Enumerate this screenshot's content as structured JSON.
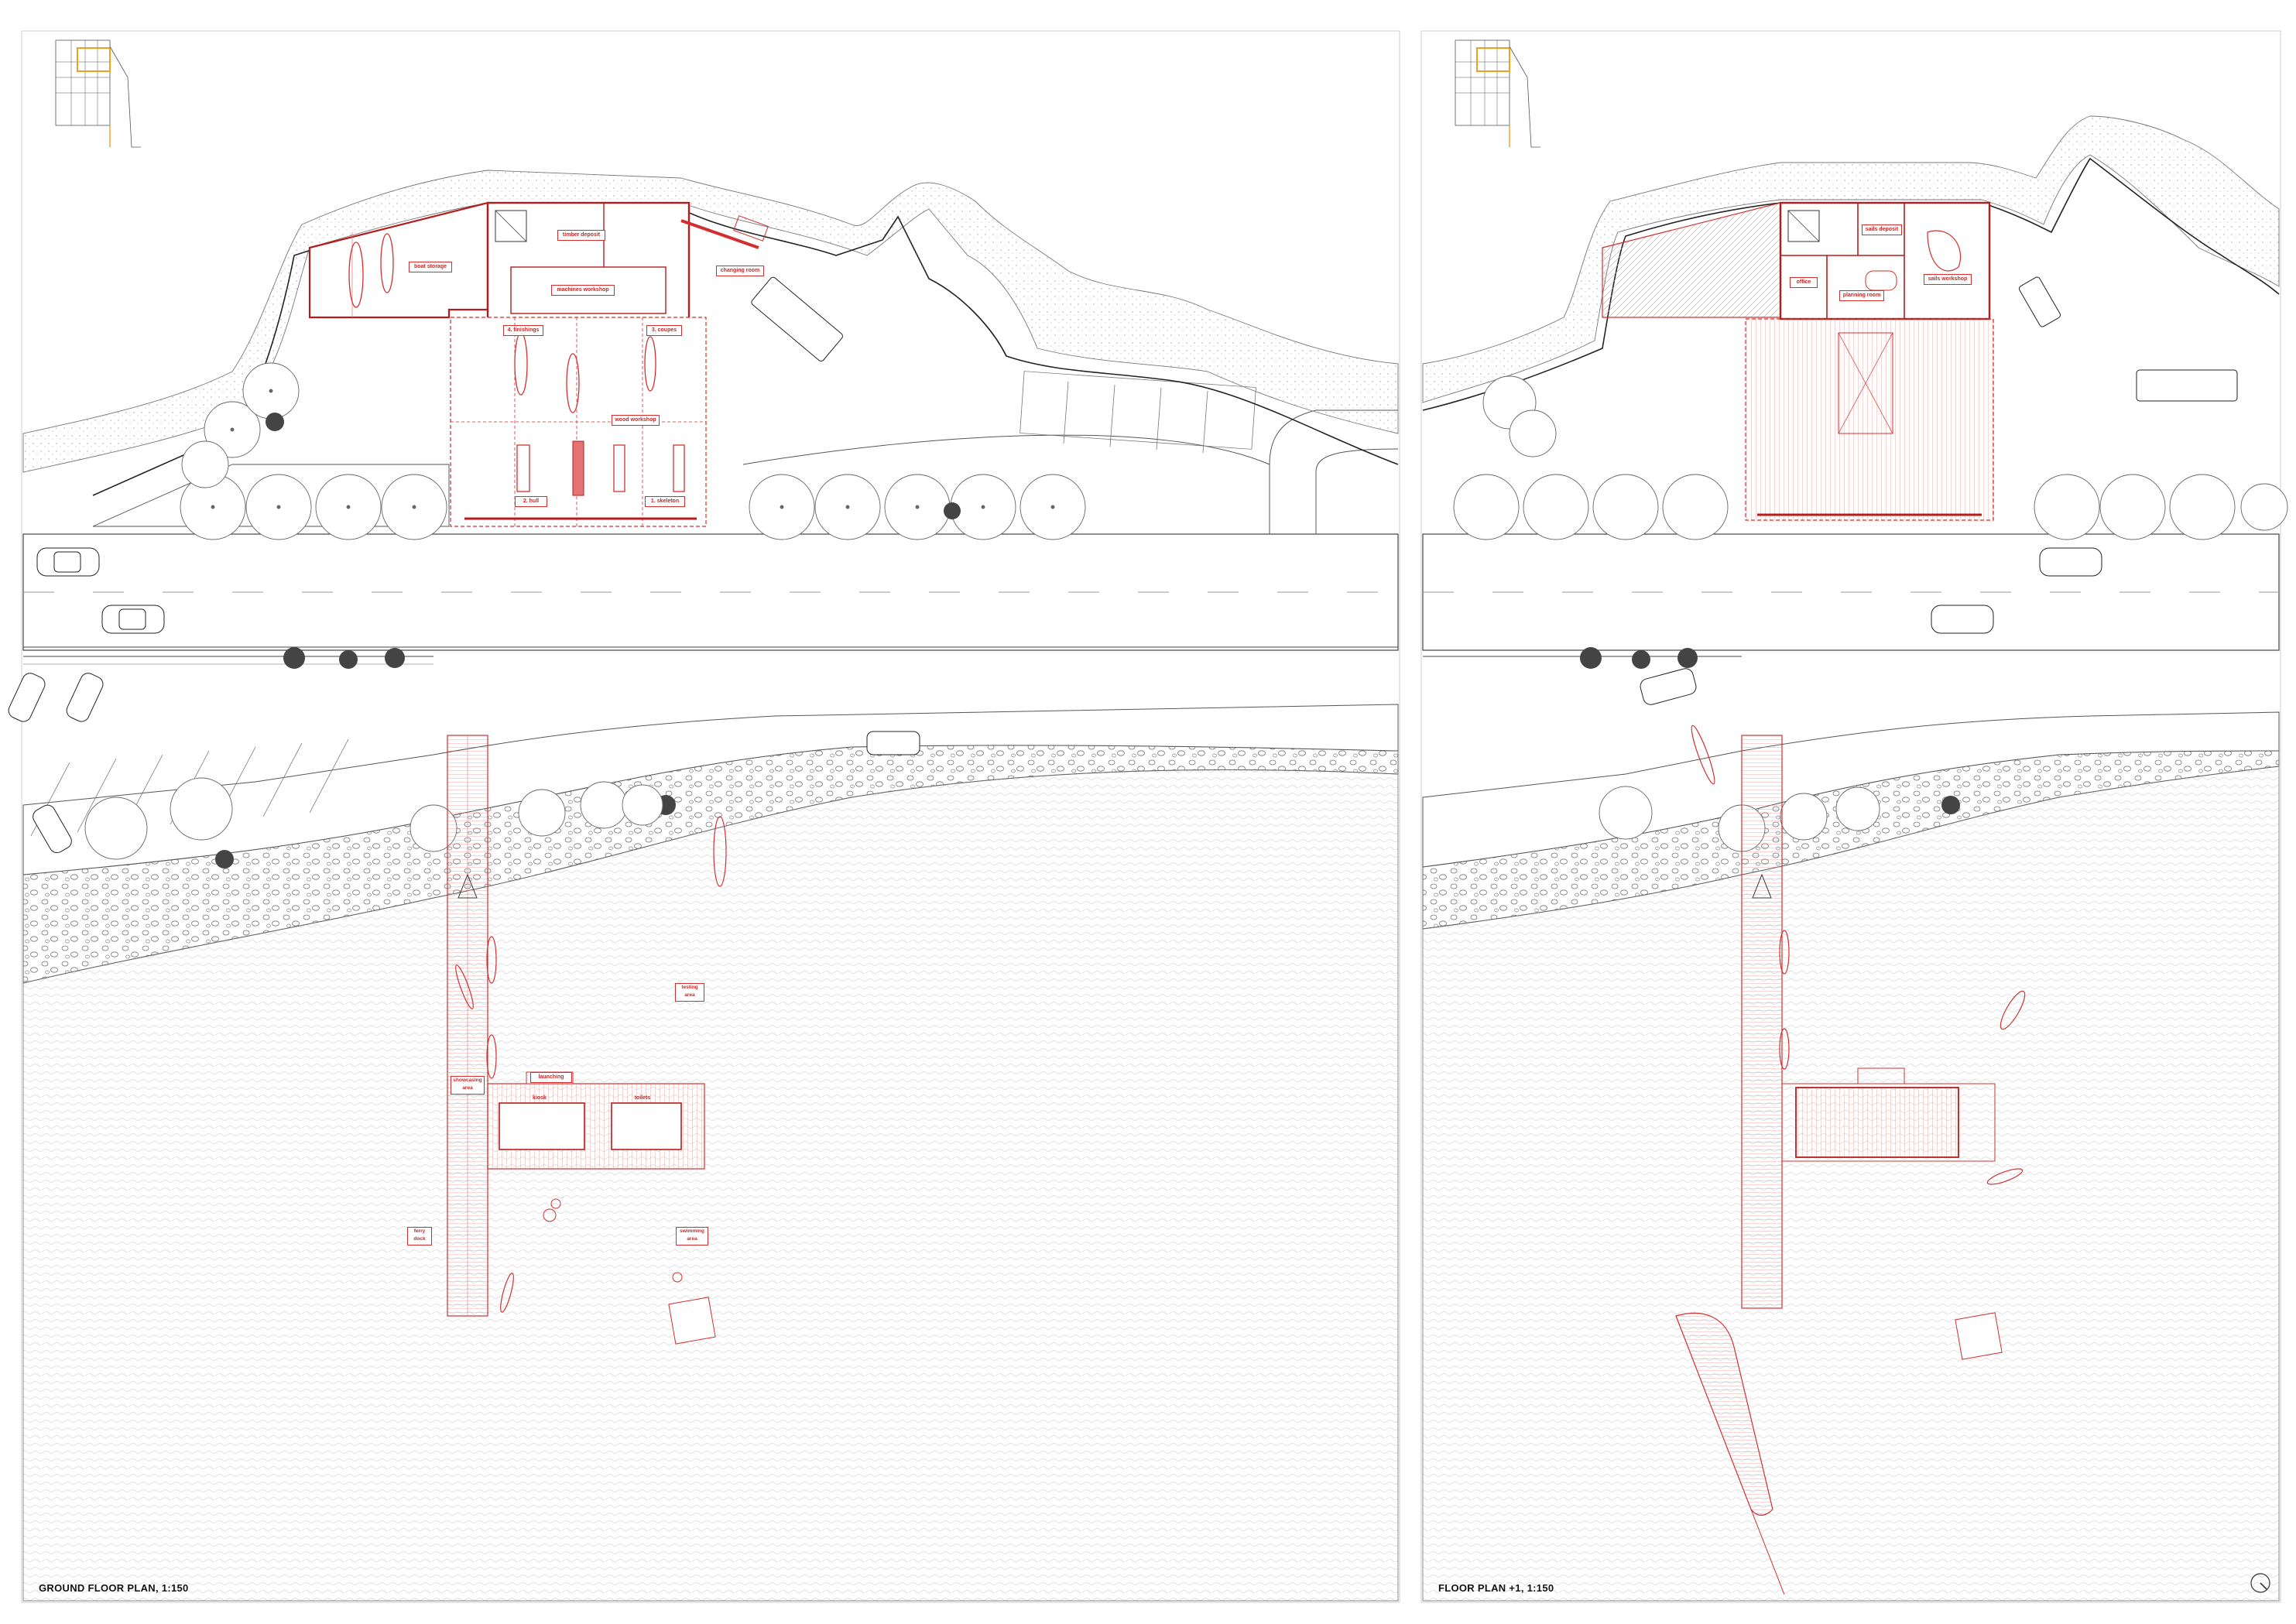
{
  "colors": {
    "red": "#d32f2f",
    "dark_red": "#b71c1c",
    "ink": "#333333",
    "light_ink": "#9e9e9e",
    "water_hatch": "#dcdcdc",
    "orange": "#f0a020"
  },
  "ground_floor": {
    "title": "GROUND FLOOR PLAN, 1:150",
    "rooms": {
      "boat_storage": "boat storage",
      "timber_deposit": "timber deposit",
      "machines_workshop": "machines workshop",
      "changing_room": "changing room",
      "finishings": "4. finishings",
      "coupes": "3. coupes",
      "wood_workshop": "wood workshop",
      "hull": "2. hull",
      "skeleton": "1. skeleton",
      "launching": "launching",
      "kiosk": "kiosk",
      "toilets": "toilets",
      "showcasing_area": "showcasing area",
      "testing_area": "testing area",
      "ferry_dock": "ferry dock",
      "swimming_area": "swimming area"
    }
  },
  "upper_floor": {
    "title": "FLOOR PLAN +1, 1:150",
    "rooms": {
      "sails_deposit": "sails deposit",
      "sails_workshop": "sails workshop",
      "office": "office",
      "planning_room": "planning room"
    }
  },
  "icons": {
    "north_arrow": "north-arrow-icon",
    "key_plan": "key-plan-icon"
  }
}
